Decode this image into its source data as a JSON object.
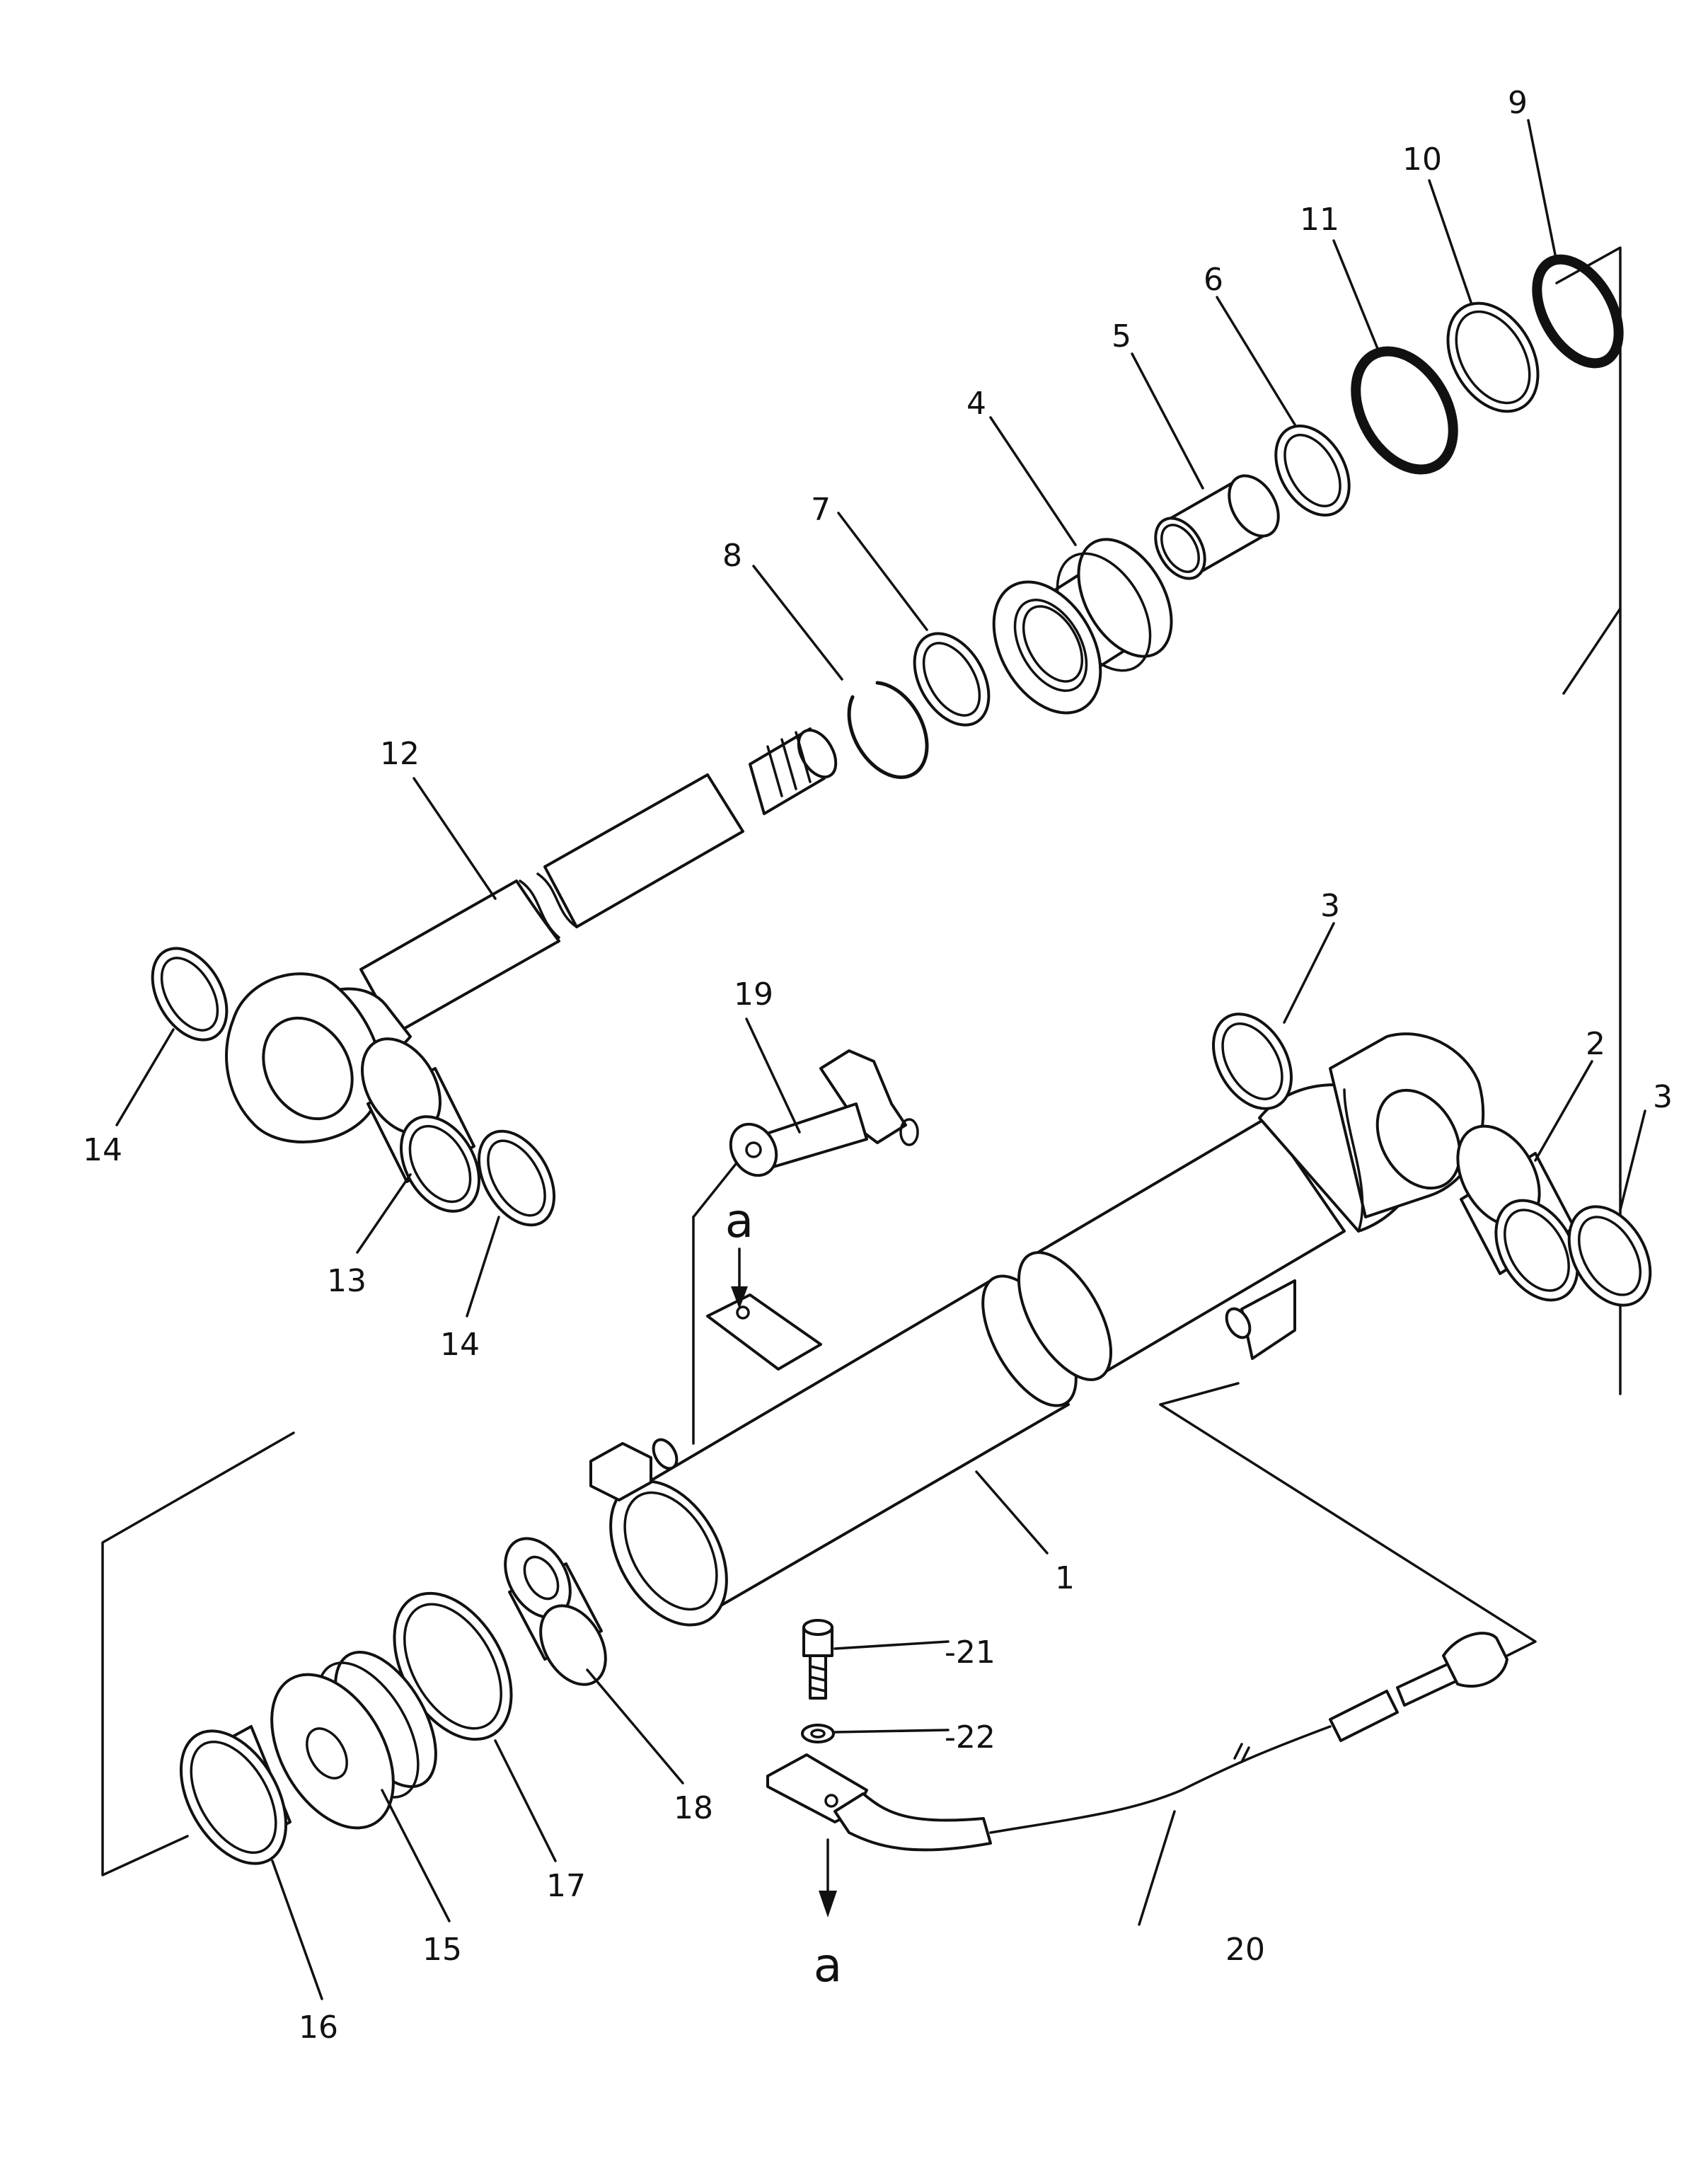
{
  "callouts": [
    {
      "id": "c1",
      "label": "1"
    },
    {
      "id": "c2",
      "label": "2"
    },
    {
      "id": "c3a",
      "label": "3"
    },
    {
      "id": "c3b",
      "label": "3"
    },
    {
      "id": "c4",
      "label": "4"
    },
    {
      "id": "c5",
      "label": "5"
    },
    {
      "id": "c6",
      "label": "6"
    },
    {
      "id": "c7",
      "label": "7"
    },
    {
      "id": "c8",
      "label": "8"
    },
    {
      "id": "c9",
      "label": "9"
    },
    {
      "id": "c10",
      "label": "10"
    },
    {
      "id": "c11",
      "label": "11"
    },
    {
      "id": "c12",
      "label": "12"
    },
    {
      "id": "c13",
      "label": "13"
    },
    {
      "id": "c14a",
      "label": "14"
    },
    {
      "id": "c14b",
      "label": "14"
    },
    {
      "id": "c15",
      "label": "15"
    },
    {
      "id": "c16",
      "label": "16"
    },
    {
      "id": "c17",
      "label": "17"
    },
    {
      "id": "c18",
      "label": "18"
    },
    {
      "id": "c19",
      "label": "19"
    },
    {
      "id": "c20",
      "label": "20"
    },
    {
      "id": "c21",
      "label": "-21"
    },
    {
      "id": "c22",
      "label": "-22"
    }
  ],
  "reference_marks": [
    {
      "id": "ra1",
      "label": "a"
    },
    {
      "id": "ra2",
      "label": "a"
    }
  ],
  "colors": {
    "line": "#111111",
    "paper": "#ffffff"
  }
}
